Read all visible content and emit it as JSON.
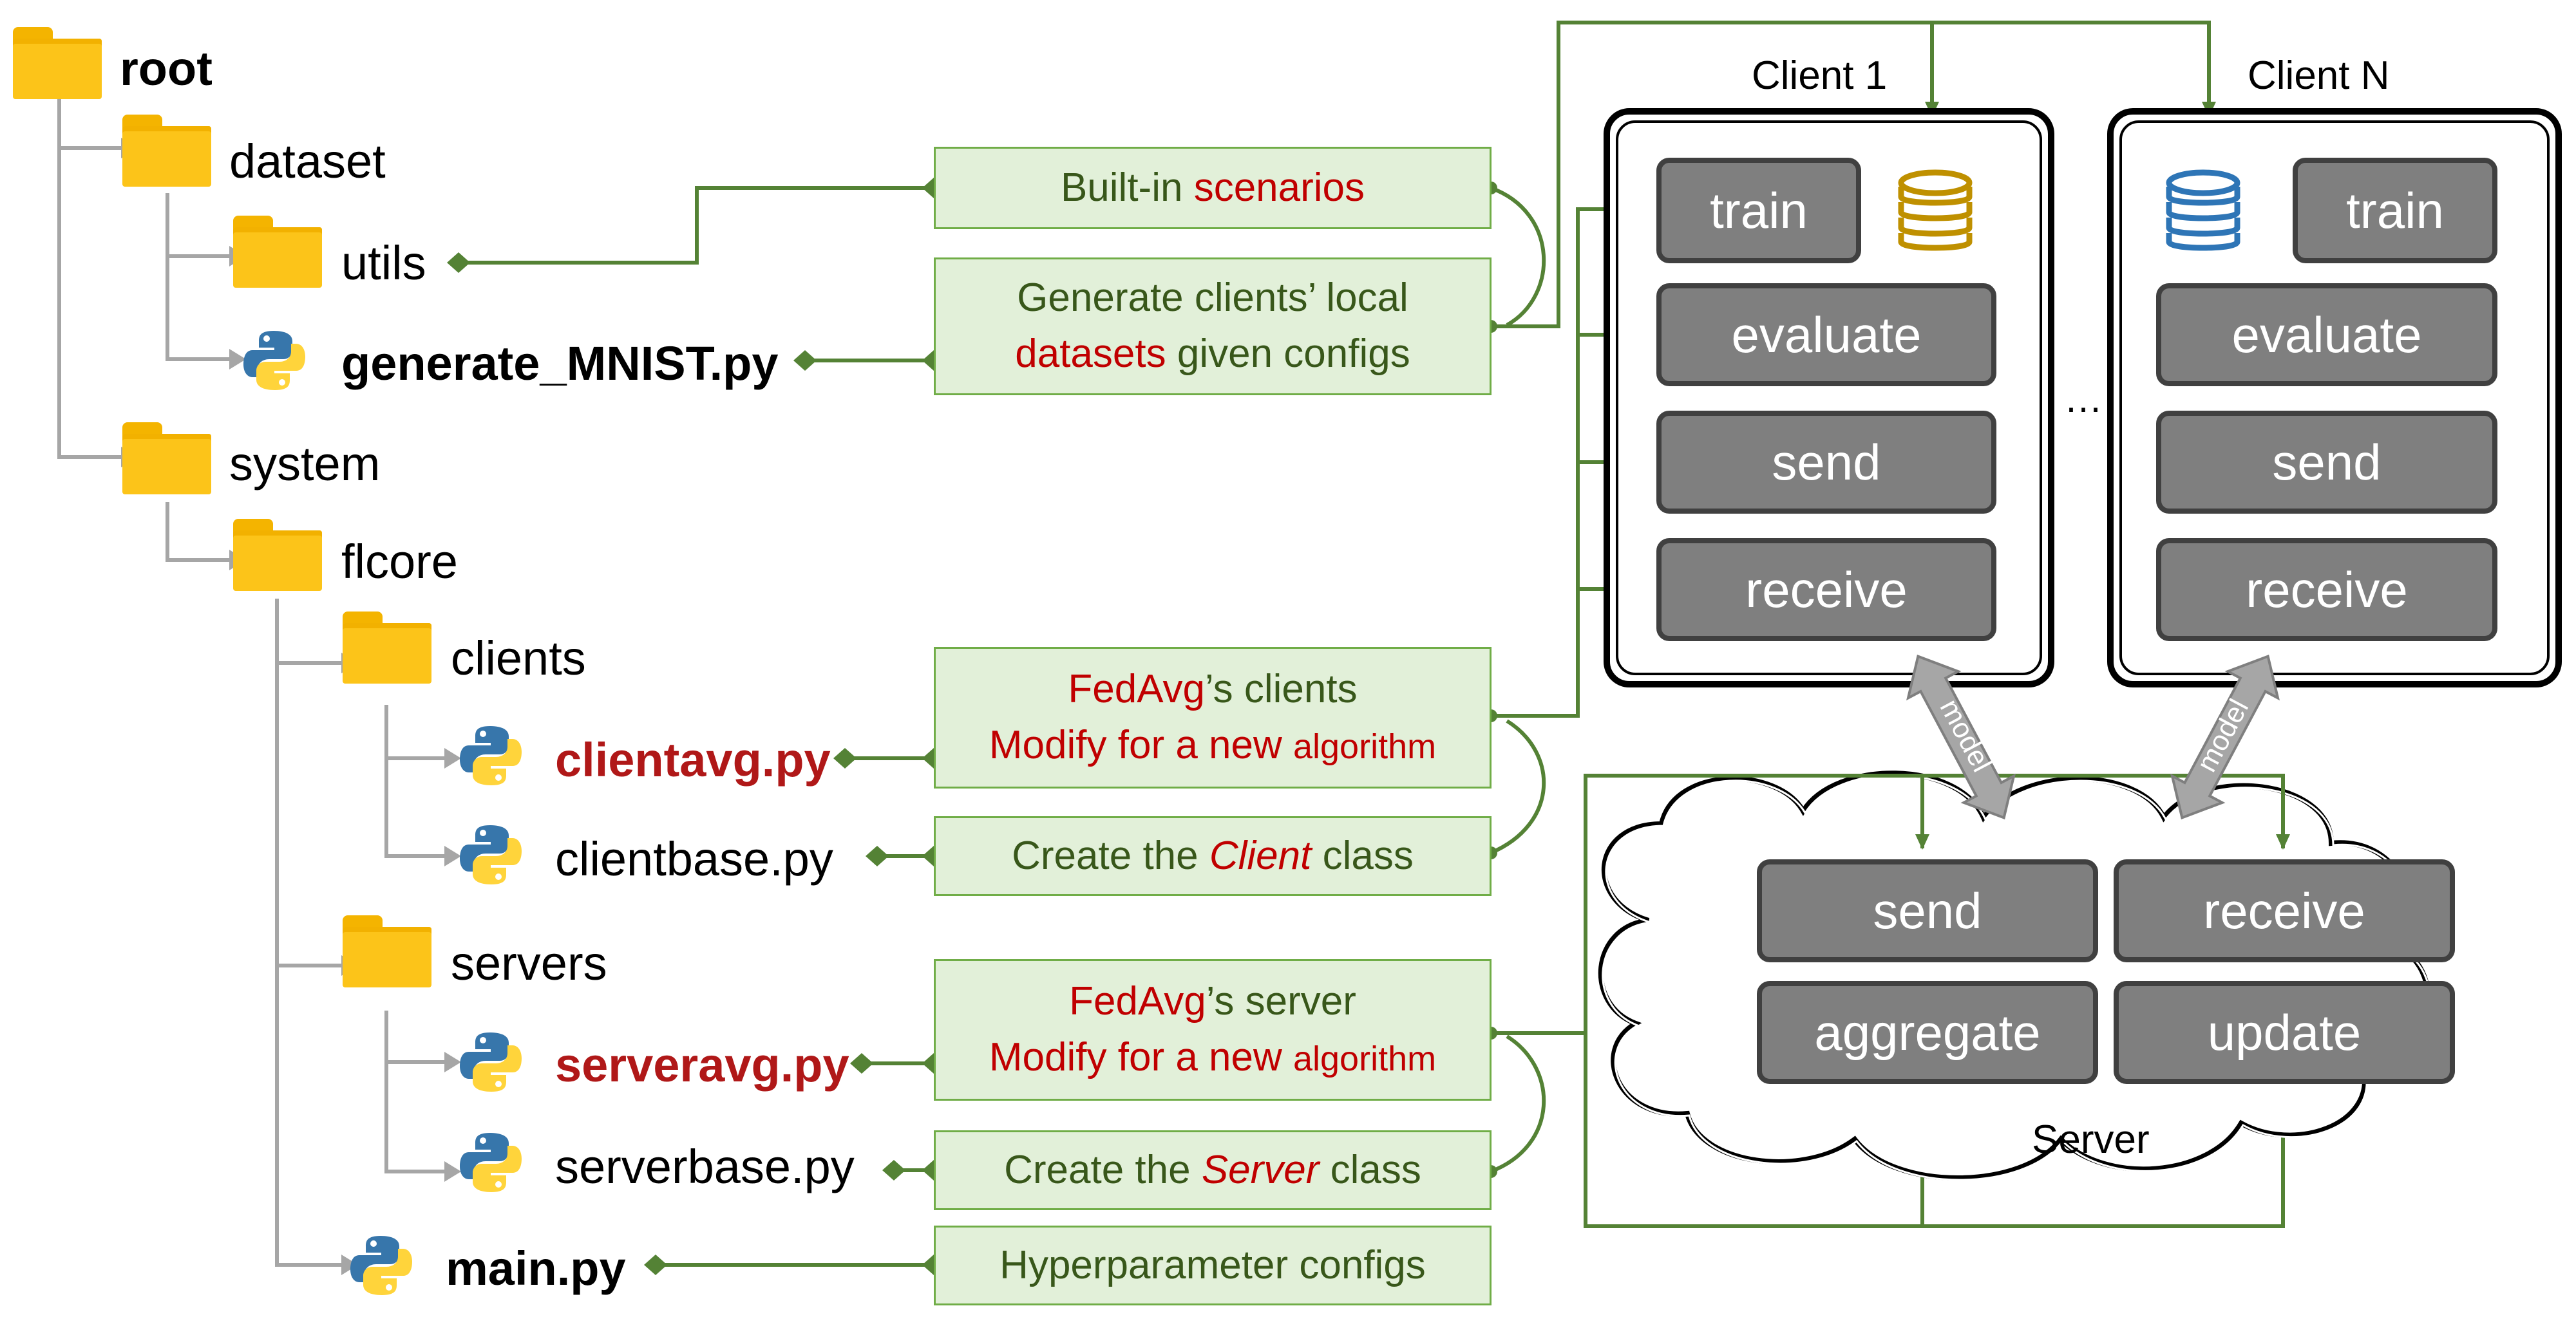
{
  "tree": {
    "root": "root",
    "dataset": "dataset",
    "utils": "utils",
    "generate_mnist": "generate_MNIST.py",
    "system": "system",
    "flcore": "flcore",
    "clients": "clients",
    "clientavg": "clientavg.py",
    "clientbase": "clientbase.py",
    "servers": "servers",
    "serveravg": "serveravg.py",
    "serverbase": "serverbase.py",
    "main": "main.py"
  },
  "notes": {
    "scenarios": {
      "pre": "Built-in ",
      "red": "scenarios"
    },
    "generate": {
      "line1": "Generate clients’ local",
      "red": "datasets",
      "rest": " given configs"
    },
    "client_fedavg": {
      "red1": "FedAvg",
      "rest1": "’s clients",
      "line2a": "Modify for a new ",
      "line2b": "algorithm"
    },
    "client_base": {
      "pre": "Create the ",
      "italic": "Client",
      "post": " class"
    },
    "server_fedavg": {
      "red1": "FedAvg",
      "rest1": "’s server",
      "line2a": "Modify for a new ",
      "line2b": "algorithm"
    },
    "server_base": {
      "pre": "Create the ",
      "italic": "Server",
      "post": " class"
    },
    "hyper": "Hyperparameter configs"
  },
  "clients": {
    "client1_title": "Client 1",
    "clientN_title": "Client N",
    "ellipsis": "…",
    "ops": {
      "train": "train",
      "evaluate": "evaluate",
      "send": "send",
      "receive": "receive"
    }
  },
  "server": {
    "title": "Server",
    "ops": {
      "send": "send",
      "receive": "receive",
      "aggregate": "aggregate",
      "update": "update"
    },
    "arrow_label": "model"
  },
  "colors": {
    "wire_green": "#548235",
    "tree_gray": "#a6a6a6",
    "note_fill": "#e2f0d9",
    "note_border": "#70ad47",
    "op_fill": "#7f7f7f",
    "op_border": "#404040",
    "highlight_red": "#c00000",
    "db_gold": "#bf9000",
    "db_blue": "#2e75b6"
  }
}
